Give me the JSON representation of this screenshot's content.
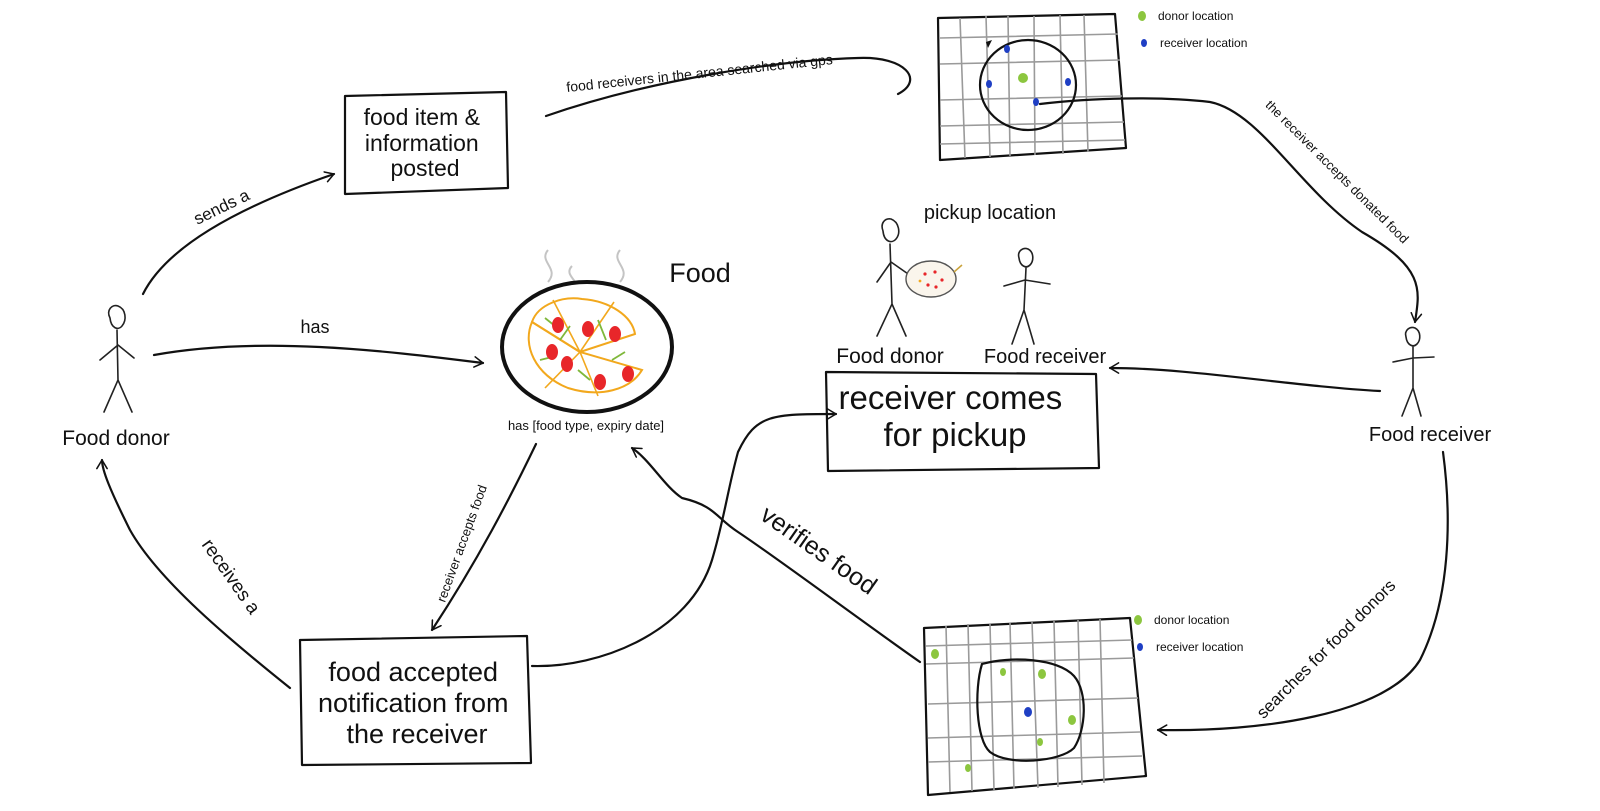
{
  "boxes": {
    "food_posted": [
      "food item &",
      "information",
      "posted"
    ],
    "pickup": [
      "receiver comes",
      "for pickup"
    ],
    "notification": [
      "food accepted",
      "notification from",
      "the receiver"
    ]
  },
  "actors": {
    "donor_left": "Food donor",
    "donor_center": "Food donor",
    "receiver_center": "Food receiver",
    "receiver_right": "Food receiver"
  },
  "labels": {
    "food_title": "Food",
    "food_attributes": "has [food type, expiry date]",
    "pickup_location": "pickup location"
  },
  "edges": {
    "sends": "sends  a",
    "has": "has",
    "gps_search": "food receivers in the area searched via gps",
    "accepts_donated": "the receiver accepts  donated food",
    "searches": "searches for food donors",
    "verifies": "verifies food",
    "receiver_accepts": "receiver accepts food",
    "receives": "receives  a"
  },
  "maps": {
    "top": {
      "donor_legend": "donor location",
      "receiver_legend": "receiver location"
    },
    "bottom": {
      "donor_legend": "donor location",
      "receiver_legend": "receiver location"
    }
  },
  "colors": {
    "donor_marker": "#8cc63f",
    "receiver_marker": "#1f3fc4",
    "pizza_crust": "#f2a81d",
    "pepperoni": "#e8262a",
    "herbs": "#7fb83b"
  }
}
